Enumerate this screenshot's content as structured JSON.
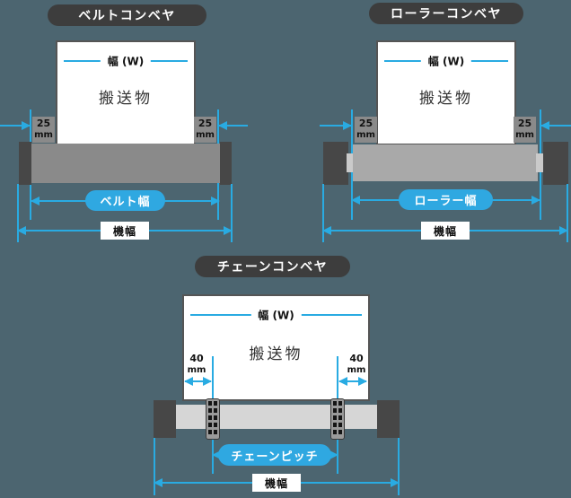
{
  "colors": {
    "background": "#4c6570",
    "accent_blue": "#29abe2",
    "pill_blue": "#2fa8e1",
    "title_dark": "#3d3d3d",
    "belt_gray": "#8a8a8a",
    "roller_gray": "#a9a9a9",
    "shaft_gray": "#d6d6d6",
    "frame_dark": "#474747"
  },
  "panels": {
    "belt": {
      "title": "ベルトコンベヤ",
      "width_label": "幅 (W)",
      "cargo_label": "搬送物",
      "side_margin_value": "25",
      "side_margin_unit": "mm",
      "surface_width_label": "ベルト幅",
      "machine_width_label": "機幅"
    },
    "roller": {
      "title": "ローラーコンベヤ",
      "width_label": "幅 (W)",
      "cargo_label": "搬送物",
      "side_margin_value": "25",
      "side_margin_unit": "mm",
      "surface_width_label": "ローラー幅",
      "machine_width_label": "機幅"
    },
    "chain": {
      "title": "チェーンコンベヤ",
      "width_label": "幅 (W)",
      "cargo_label": "搬送物",
      "side_margin_value": "40",
      "side_margin_unit": "mm",
      "pitch_label": "チェーンピッチ",
      "machine_width_label": "機幅"
    }
  }
}
